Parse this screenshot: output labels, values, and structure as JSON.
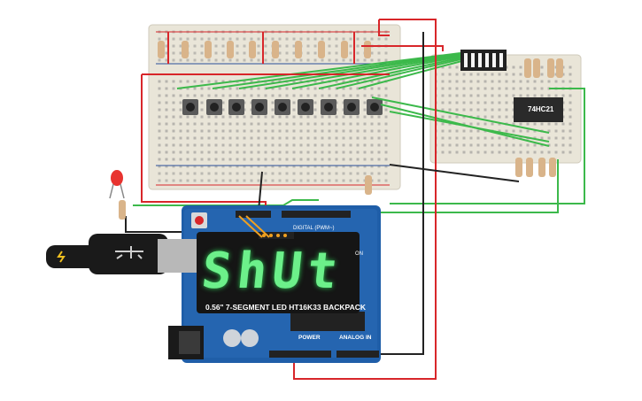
{
  "display": {
    "text": "ShUt",
    "module_label": "0.56\" 7-SEGMENT LED HT16K33 BACKPACK"
  },
  "chip": {
    "label": "74HC21"
  },
  "arduino": {
    "on_label": "ON",
    "digital_label": "DIGITAL (PWM~)",
    "power_label": "POWER",
    "analog_label": "ANALOG IN"
  },
  "colors": {
    "wire_green": "#3cb94b",
    "wire_red": "#d8262a",
    "wire_black": "#222222",
    "wire_orange": "#f0a020",
    "board_blue": "#1f5ea8",
    "breadboard": "#e9e5d8",
    "led_red": "#e8332f",
    "segment_green": "#6cf08a"
  },
  "icons": [
    "usb-cable-icon",
    "power-jack-icon",
    "reset-button-icon",
    "red-led-icon"
  ]
}
